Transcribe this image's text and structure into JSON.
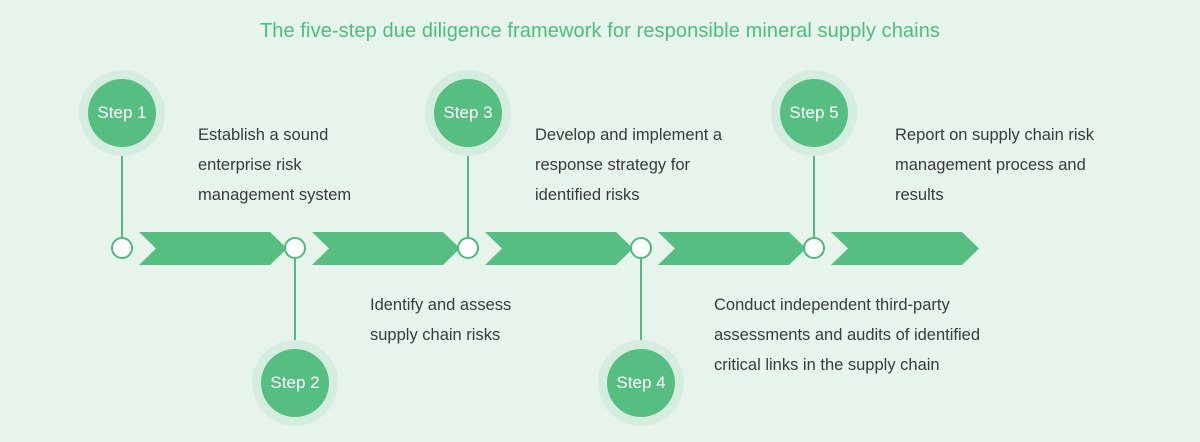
{
  "title": "The five-step due diligence framework for responsible mineral supply chains",
  "colors": {
    "background": "#e6f4ec",
    "accent": "#55be80",
    "halo": "#d5eddf",
    "title_text": "#4cbe7c",
    "body_text": "#3a3a3a",
    "node_fill": "#ffffff",
    "node_ring": "#4fba7b"
  },
  "steps": [
    {
      "label": "Step 1",
      "description": "Establish a sound enterprise risk management system",
      "position": "above"
    },
    {
      "label": "Step 2",
      "description": "Identify and assess supply chain risks",
      "position": "below"
    },
    {
      "label": "Step 3",
      "description": "Develop and implement a response strategy for identified risks",
      "position": "above"
    },
    {
      "label": "Step 4",
      "description": "Conduct independent third-party assessments and audits of identified critical links in the supply chain",
      "position": "below"
    },
    {
      "label": "Step 5",
      "description": "Report on supply chain risk management process and results",
      "position": "above"
    }
  ]
}
